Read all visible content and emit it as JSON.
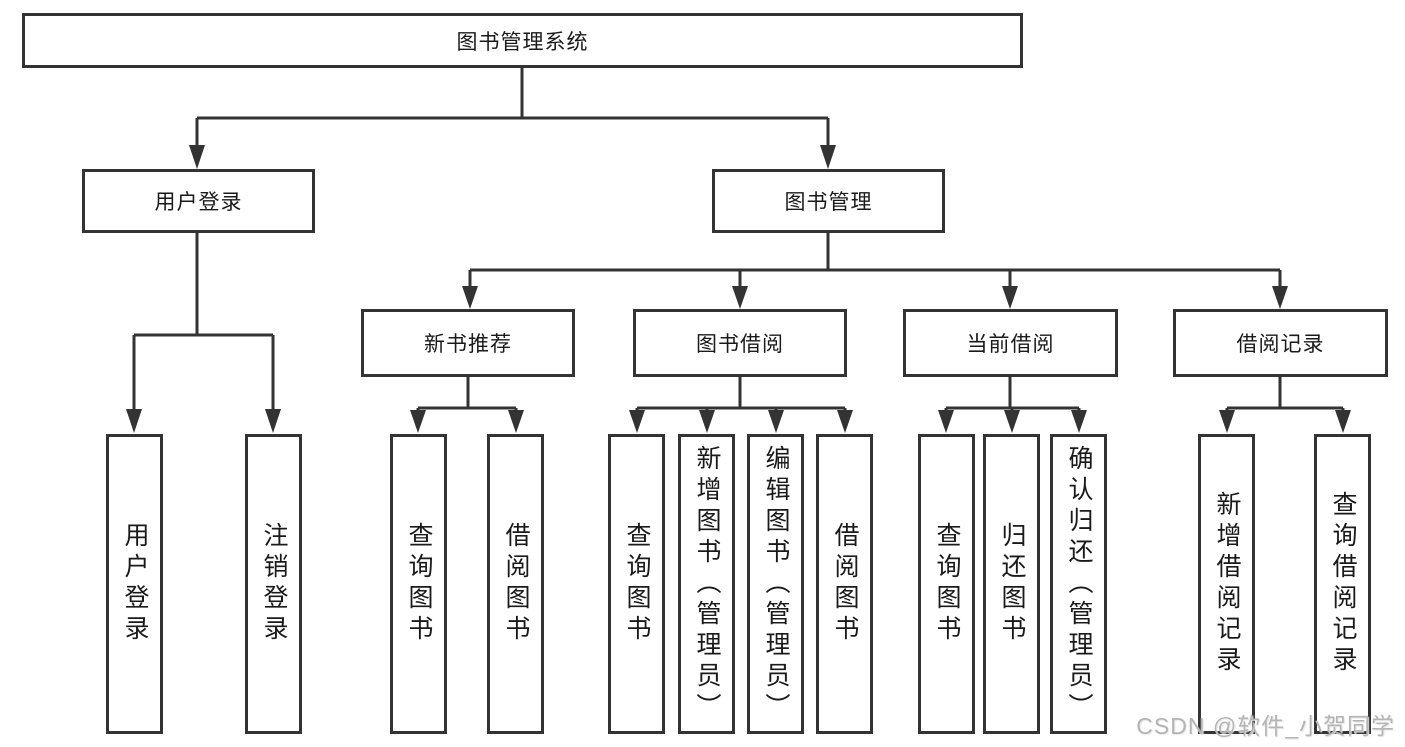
{
  "tree": {
    "root": "图书管理系统",
    "children": [
      {
        "label": "用户登录",
        "children": [
          "用户登录",
          "注销登录"
        ]
      },
      {
        "label": "图书管理",
        "children": [
          {
            "label": "新书推荐",
            "children": [
              "查询图书",
              "借阅图书"
            ]
          },
          {
            "label": "图书借阅",
            "children": [
              "查询图书",
              "新增图书（管理员）",
              "编辑图书（管理员）",
              "借阅图书"
            ]
          },
          {
            "label": "当前借阅",
            "children": [
              "查询图书",
              "归还图书",
              "确认归还（管理员）"
            ]
          },
          {
            "label": "借阅记录",
            "children": [
              "新增借阅记录",
              "查询借阅记录"
            ]
          }
        ]
      }
    ]
  },
  "watermark": {
    "text": "CSDN @软件_小贺同学"
  },
  "colors": {
    "line": "#333333",
    "box_border": "#333333",
    "text": "#1a1a1a",
    "watermark": "#b5b5b5",
    "background": "#ffffff"
  }
}
